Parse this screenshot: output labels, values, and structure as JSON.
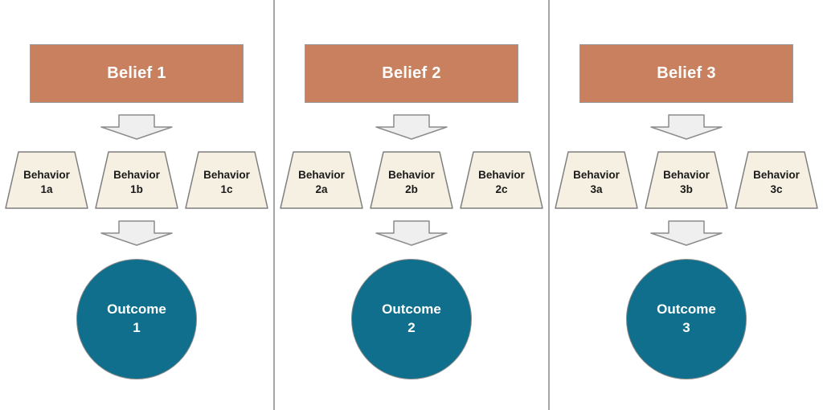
{
  "diagram": {
    "columns": [
      {
        "belief_label": "Belief 1",
        "behaviors": [
          {
            "line1": "Behavior",
            "line2": "1a"
          },
          {
            "line1": "Behavior",
            "line2": "1b"
          },
          {
            "line1": "Behavior",
            "line2": "1c"
          }
        ],
        "outcome": {
          "line1": "Outcome",
          "line2": "1"
        }
      },
      {
        "belief_label": "Belief 2",
        "behaviors": [
          {
            "line1": "Behavior",
            "line2": "2a"
          },
          {
            "line1": "Behavior",
            "line2": "2b"
          },
          {
            "line1": "Behavior",
            "line2": "2c"
          }
        ],
        "outcome": {
          "line1": "Outcome",
          "line2": "2"
        }
      },
      {
        "belief_label": "Belief 3",
        "behaviors": [
          {
            "line1": "Behavior",
            "line2": "3a"
          },
          {
            "line1": "Behavior",
            "line2": "3b"
          },
          {
            "line1": "Behavior",
            "line2": "3c"
          }
        ],
        "outcome": {
          "line1": "Outcome",
          "line2": "3"
        }
      }
    ],
    "colors": {
      "belief_fill": "#c9805f",
      "behavior_fill": "#f5f0e1",
      "outcome_fill": "#0f6f8c",
      "arrow_fill": "#efefef",
      "shape_border": "#8c8c8c",
      "divider": "#a6a6a6",
      "belief_text": "#ffffff",
      "behavior_text": "#1a1a1a",
      "outcome_text": "#ffffff"
    }
  }
}
